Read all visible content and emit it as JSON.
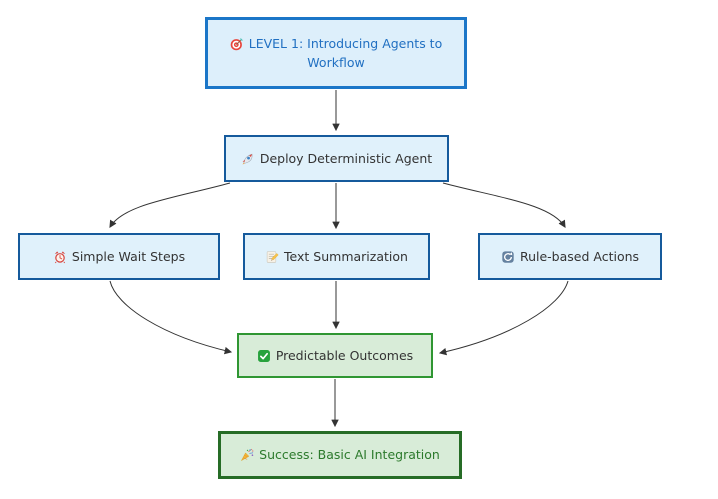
{
  "diagram": {
    "kind": "flowchart",
    "nodes": [
      {
        "id": "level1",
        "label": "LEVEL 1: Introducing Agents to Workflow",
        "icon": "target-icon",
        "style": "title-blue"
      },
      {
        "id": "deploy",
        "label": "Deploy Deterministic Agent",
        "icon": "rocket-icon",
        "style": "blue"
      },
      {
        "id": "wait",
        "label": "Simple Wait Steps",
        "icon": "alarm-clock-icon",
        "style": "blue"
      },
      {
        "id": "textsum",
        "label": "Text Summarization",
        "icon": "memo-icon",
        "style": "blue"
      },
      {
        "id": "rules",
        "label": "Rule-based Actions",
        "icon": "refresh-icon",
        "style": "blue"
      },
      {
        "id": "outcomes",
        "label": "Predictable Outcomes",
        "icon": "check-icon",
        "style": "green"
      },
      {
        "id": "success",
        "label": "Success: Basic AI Integration",
        "icon": "party-icon",
        "style": "green-strong"
      }
    ],
    "edges": [
      {
        "from": "level1",
        "to": "deploy"
      },
      {
        "from": "deploy",
        "to": "wait"
      },
      {
        "from": "deploy",
        "to": "textsum"
      },
      {
        "from": "deploy",
        "to": "rules"
      },
      {
        "from": "wait",
        "to": "outcomes"
      },
      {
        "from": "textsum",
        "to": "outcomes"
      },
      {
        "from": "rules",
        "to": "outcomes"
      },
      {
        "from": "outcomes",
        "to": "success"
      }
    ],
    "colors": {
      "title_border": "#1b76c8",
      "blue_border": "#155a9c",
      "blue_fill": "#e0f1fb",
      "title_text": "#2170c2",
      "node_text": "#333333",
      "green_border": "#2f9632",
      "green_fill": "#d8ecd8",
      "success_border": "#266c26",
      "success_text": "#2c7a2c",
      "edge": "#333333"
    }
  }
}
